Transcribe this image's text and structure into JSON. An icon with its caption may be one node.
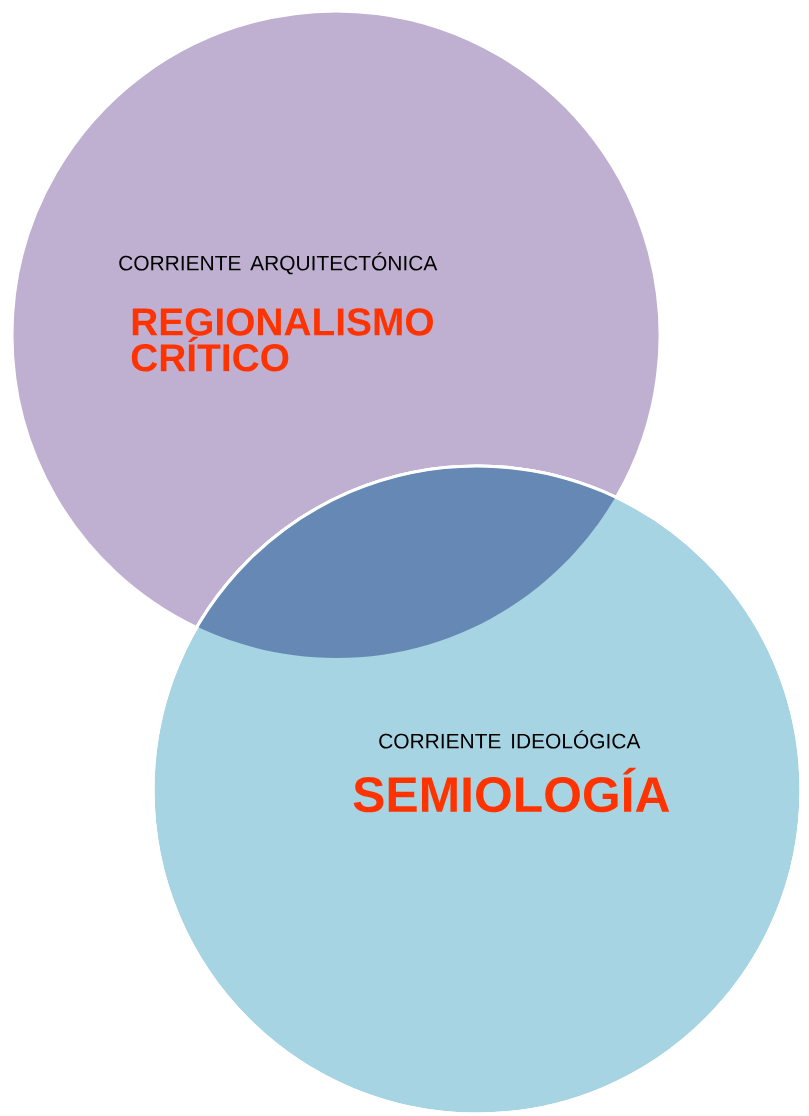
{
  "diagram": {
    "nodes": [
      {
        "text": [
          "CORRIENTE ARQUITECTÓNICA",
          "REGIONALISMO CRÍTICO"
        ]
      },
      {
        "text": [
          "CORRIENTE IDEOLÓGICA",
          "SEMIOLOGÍA"
        ]
      }
    ]
  }
}
